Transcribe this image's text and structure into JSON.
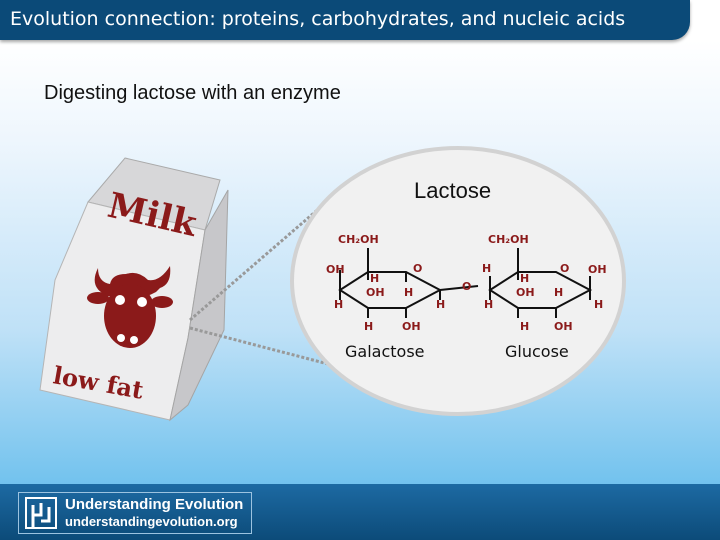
{
  "header": {
    "title": "Evolution connection: proteins, carbohydrates, and nucleic acids"
  },
  "subtitle": "Digesting lactose with an enzyme",
  "carton": {
    "brand": "Milk",
    "label": "low fat",
    "icon": "cow-face-icon"
  },
  "molecule": {
    "name": "Lactose",
    "left_ring": {
      "name": "Galactose",
      "ch2oh": "CH₂OH"
    },
    "right_ring": {
      "name": "Glucose",
      "ch2oh": "CH₂OH"
    },
    "linkage": "O",
    "atom_color": "#8b1a1a"
  },
  "footer": {
    "org": "Understanding Evolution",
    "url": "understandingevolution.org"
  }
}
